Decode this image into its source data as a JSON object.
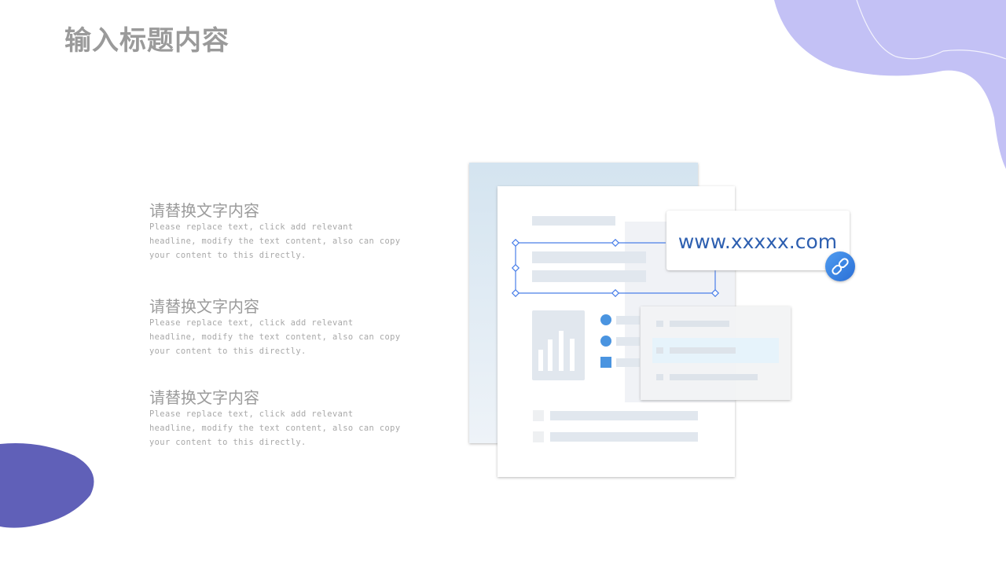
{
  "title": "输入标题内容",
  "items": [
    {
      "heading": "请替换文字内容",
      "body": "Please replace text, click add relevant headline, modify the text content, also can copy your content to this directly."
    },
    {
      "heading": "请替换文字内容",
      "body": "Please replace text, click add relevant headline, modify the text content, also can copy your content to this directly."
    },
    {
      "heading": "请替换文字内容",
      "body": "Please replace text, click add relevant headline, modify the text content, also can copy your content to this directly."
    }
  ],
  "illustration": {
    "url": "www.xxxxx.com",
    "icon": "link-icon"
  },
  "colors": {
    "accent": "#4a8fe0",
    "blob_light": "#c3c1f5",
    "blob_dark": "#6060b8",
    "url_text": "#2d5fb0"
  }
}
